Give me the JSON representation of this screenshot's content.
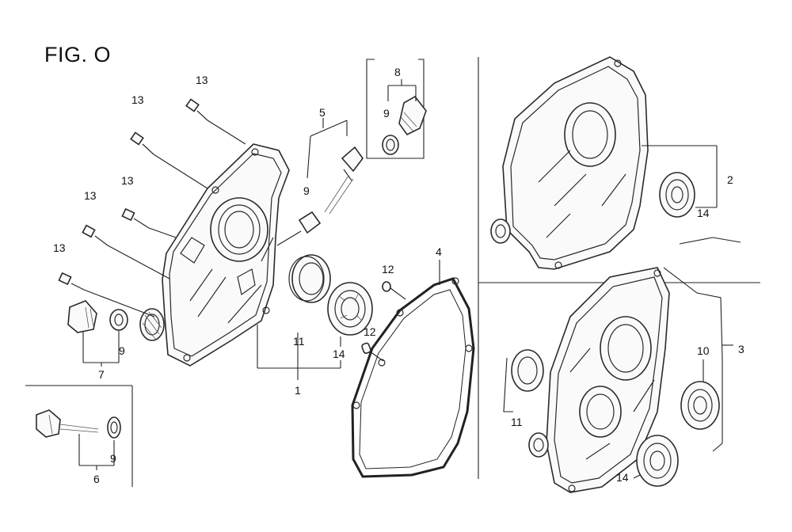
{
  "figure": {
    "title": "FIG. O"
  },
  "callouts": {
    "c1": "1",
    "c2": "2",
    "c3": "3",
    "c4": "4",
    "c5": "5",
    "c6": "6",
    "c7": "7",
    "c8": "8",
    "c9a": "9",
    "c9b": "9",
    "c9c": "9",
    "c9d": "9",
    "c10": "10",
    "c11a": "11",
    "c11b": "11",
    "c12a": "12",
    "c12b": "12",
    "c13a": "13",
    "c13b": "13",
    "c13c": "13",
    "c13d": "13",
    "c13e": "13",
    "c14a": "14",
    "c14b": "14",
    "c14c": "14"
  }
}
